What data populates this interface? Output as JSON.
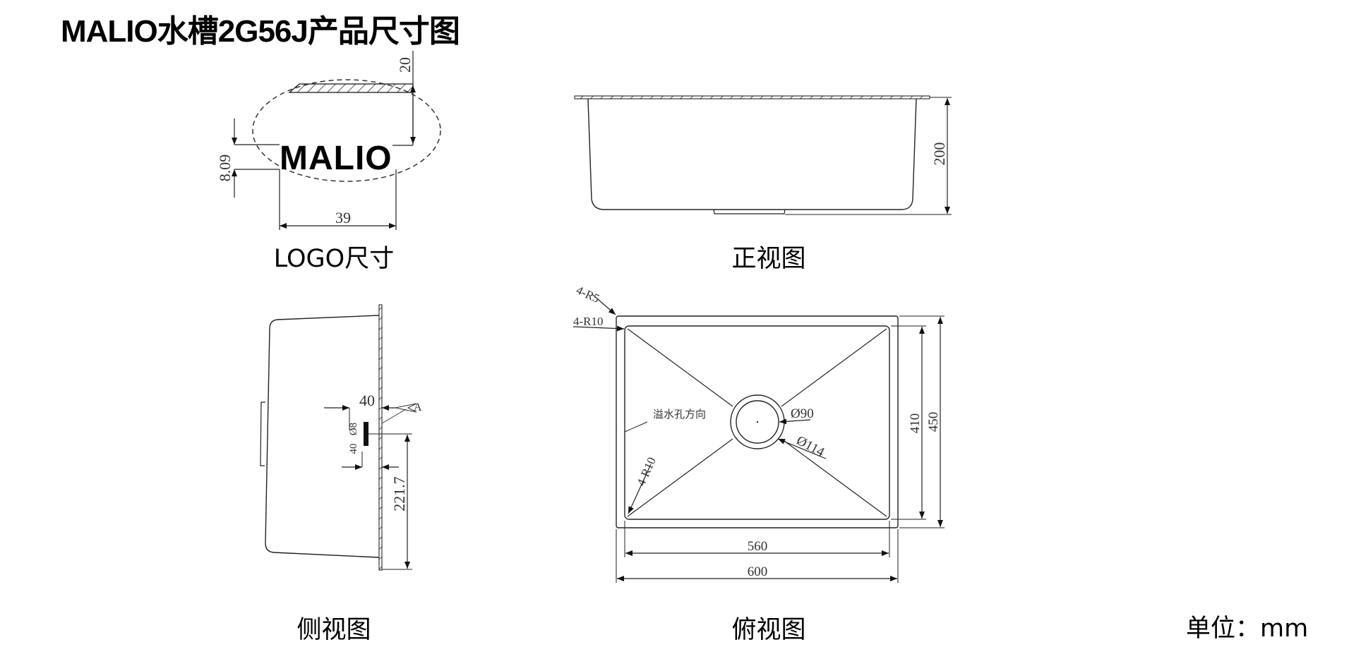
{
  "title": "MALIO水槽2G56J产品尺寸图",
  "unit_label": "单位：mm",
  "views": {
    "logo": {
      "caption": "LOGO尺寸",
      "logo_text": "MALIO",
      "dims": {
        "height_offset": "20",
        "logo_height": "8.09",
        "logo_width": "39"
      }
    },
    "front": {
      "caption": "正视图",
      "dims": {
        "depth": "200"
      }
    },
    "side": {
      "caption": "侧视图",
      "dims": {
        "overflow_offset": "40",
        "overflow_height": "221.7",
        "overflow_hole_a": "Ø8",
        "overflow_hole_b": "40",
        "section_mark": "A"
      }
    },
    "top": {
      "caption": "俯视图",
      "dims": {
        "outer_corner_radius": "4-R5",
        "inner_corner_radius": "4-R10",
        "bottom_corner_radius": "4-R10",
        "overflow_direction": "溢水孔方向",
        "drain_inner_dia": "Ø90",
        "drain_outer_dia": "Ø114",
        "inner_width": "560",
        "outer_width": "600",
        "inner_length": "410",
        "outer_length": "450"
      }
    }
  },
  "colors": {
    "line": "#222222",
    "dim": "#333333",
    "background": "#ffffff"
  }
}
